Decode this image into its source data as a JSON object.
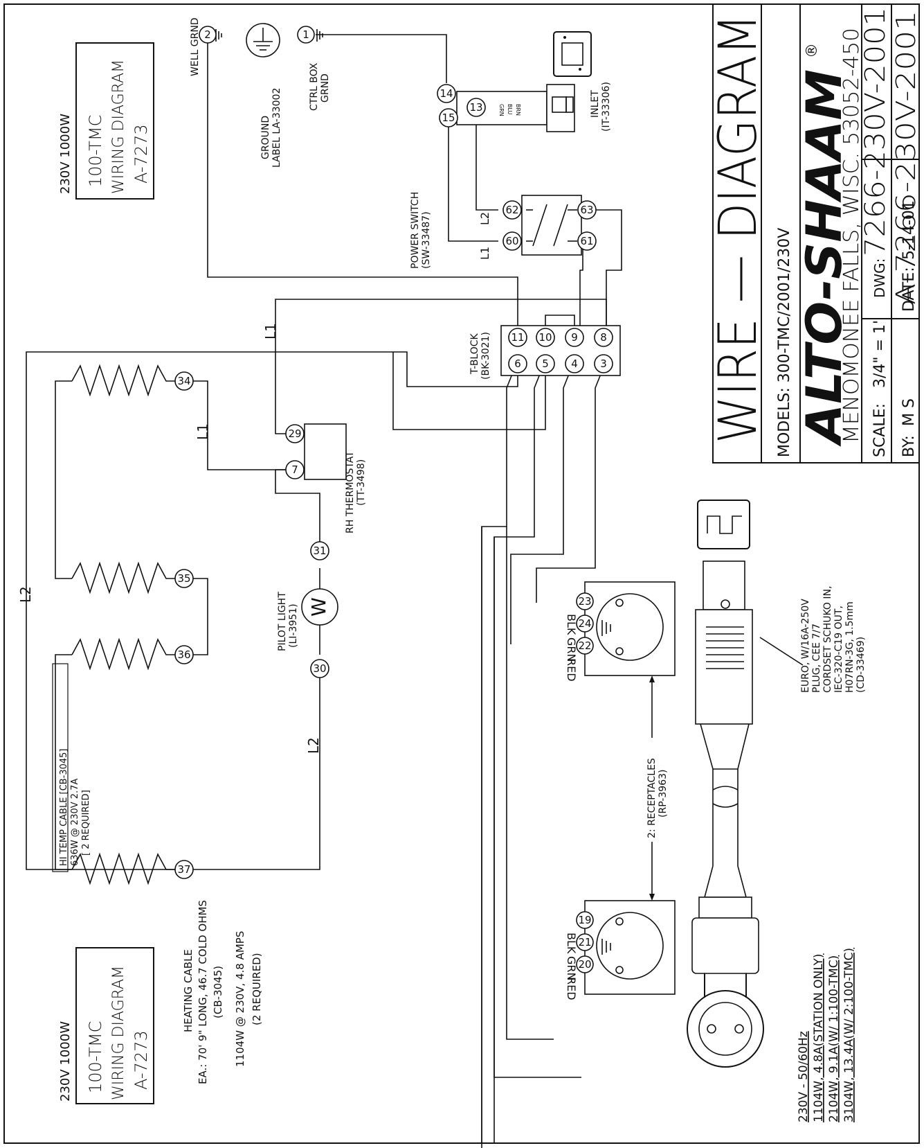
{
  "title_block": {
    "title": "WIRE — DIAGRAM",
    "models": "MODELS: 300-TMC/2001/230V",
    "company": "ALTO-SHAAM",
    "registered": "®",
    "address": "MENOMONEE FALLS, WISC. 53052-450",
    "scale_label": "SCALE:",
    "scale_value": "3/4\" = 1'",
    "by_label": "BY:",
    "by_value": "M S",
    "date_label": "DATE:",
    "date_value": "5-14-01",
    "dwg_label": "DWG:",
    "dwg_value": "7266-230V-2001",
    "dwg_number": "A-7266-230V-2001"
  },
  "ref_top": {
    "power": "230V 1000W",
    "line1": "100-TMC",
    "line2": "WIRING DIAGRAM",
    "line3": "A-7273"
  },
  "ref_bottom": {
    "power": "230V 1000W",
    "line1": "100-TMC",
    "line2": "WIRING DIAGRAM",
    "line3": "A-7273"
  },
  "grounds": {
    "well_grnd": "WELL GRND",
    "ground_label_1": "GROUND",
    "ground_label_2": "LABEL LA-33002",
    "ctrl_box_1": "CTRL BOX",
    "ctrl_box_2": "GRND"
  },
  "inlet": {
    "label_1": "INLET",
    "label_2": "(IT-33306)",
    "wire_grn": "GRN",
    "wire_blu": "BLU",
    "wire_brn": "BRN"
  },
  "power_switch": {
    "label_1": "POWER SWITCH",
    "label_2": "(SW-33487)",
    "l1": "L1",
    "l2": "L2"
  },
  "tblock": {
    "label_1": "T-BLOCK",
    "label_2": "(BK-3021)"
  },
  "thermostat": {
    "label_1": "RH THERMOSTAT",
    "label_2": "(TT-3498)"
  },
  "pilot": {
    "label_1": "PILOT LIGHT",
    "label_2": "(LI-3951)",
    "symbol": "W"
  },
  "heating_cable_inner": {
    "line1": "HI TEMP CABLE [CB-3045]",
    "line2": "636W @ 230V 2.7A",
    "line3": "[ 2 REQUIRED]"
  },
  "heating_cable_note": {
    "line1": "HEATING CABLE",
    "line2": "EA.: 70' 9\" LONG, 46.7 COLD OHMS",
    "line3": "(CB-3045)",
    "line4": "1104W @ 230V, 4.8 AMPS",
    "line5": "(2 REQUIRED)"
  },
  "wire_labels": {
    "l1_top": "L1",
    "l1_mid": "L1",
    "l2_left": "L2",
    "l2_bottom": "L2"
  },
  "receptacles": {
    "label_1": "2: RECEPTACLES",
    "label_2": "(RP-3963)",
    "blk": "BLK",
    "grn": "GRN",
    "red": "RED"
  },
  "cordset": {
    "line1": "EURO, W/16A-250V",
    "line2": "PLUG, CEE 7/7",
    "line3": "CORDSET SCHUKO IN,",
    "line4": "IEC-320-C19 OUT,",
    "line5": "H07RN-3G, 1.5mm",
    "line6": "(CD-33469)"
  },
  "ratings": {
    "line1": "230V - 50/60Hz",
    "line2": "1104W, 4.8A(STATION ONLY)",
    "line3": "2104W, 9.1A(W/ 1:100-TMC)",
    "line4": "3104W, 13.4A(W/ 2:100-TMC)"
  },
  "terminals": {
    "t1": "1",
    "t2": "2",
    "t3": "3",
    "t4": "4",
    "t5": "5",
    "t6": "6",
    "t7": "7",
    "t8": "8",
    "t9": "9",
    "t10": "10",
    "t11": "11",
    "t13": "13",
    "t14": "14",
    "t15": "15",
    "t19": "19",
    "t20": "20",
    "t21": "21",
    "t22": "22",
    "t23": "23",
    "t24": "24",
    "t29": "29",
    "t30": "30",
    "t31": "31",
    "t34": "34",
    "t35": "35",
    "t36": "36",
    "t37": "37",
    "t60": "60",
    "t61": "61",
    "t62": "62",
    "t63": "63"
  }
}
